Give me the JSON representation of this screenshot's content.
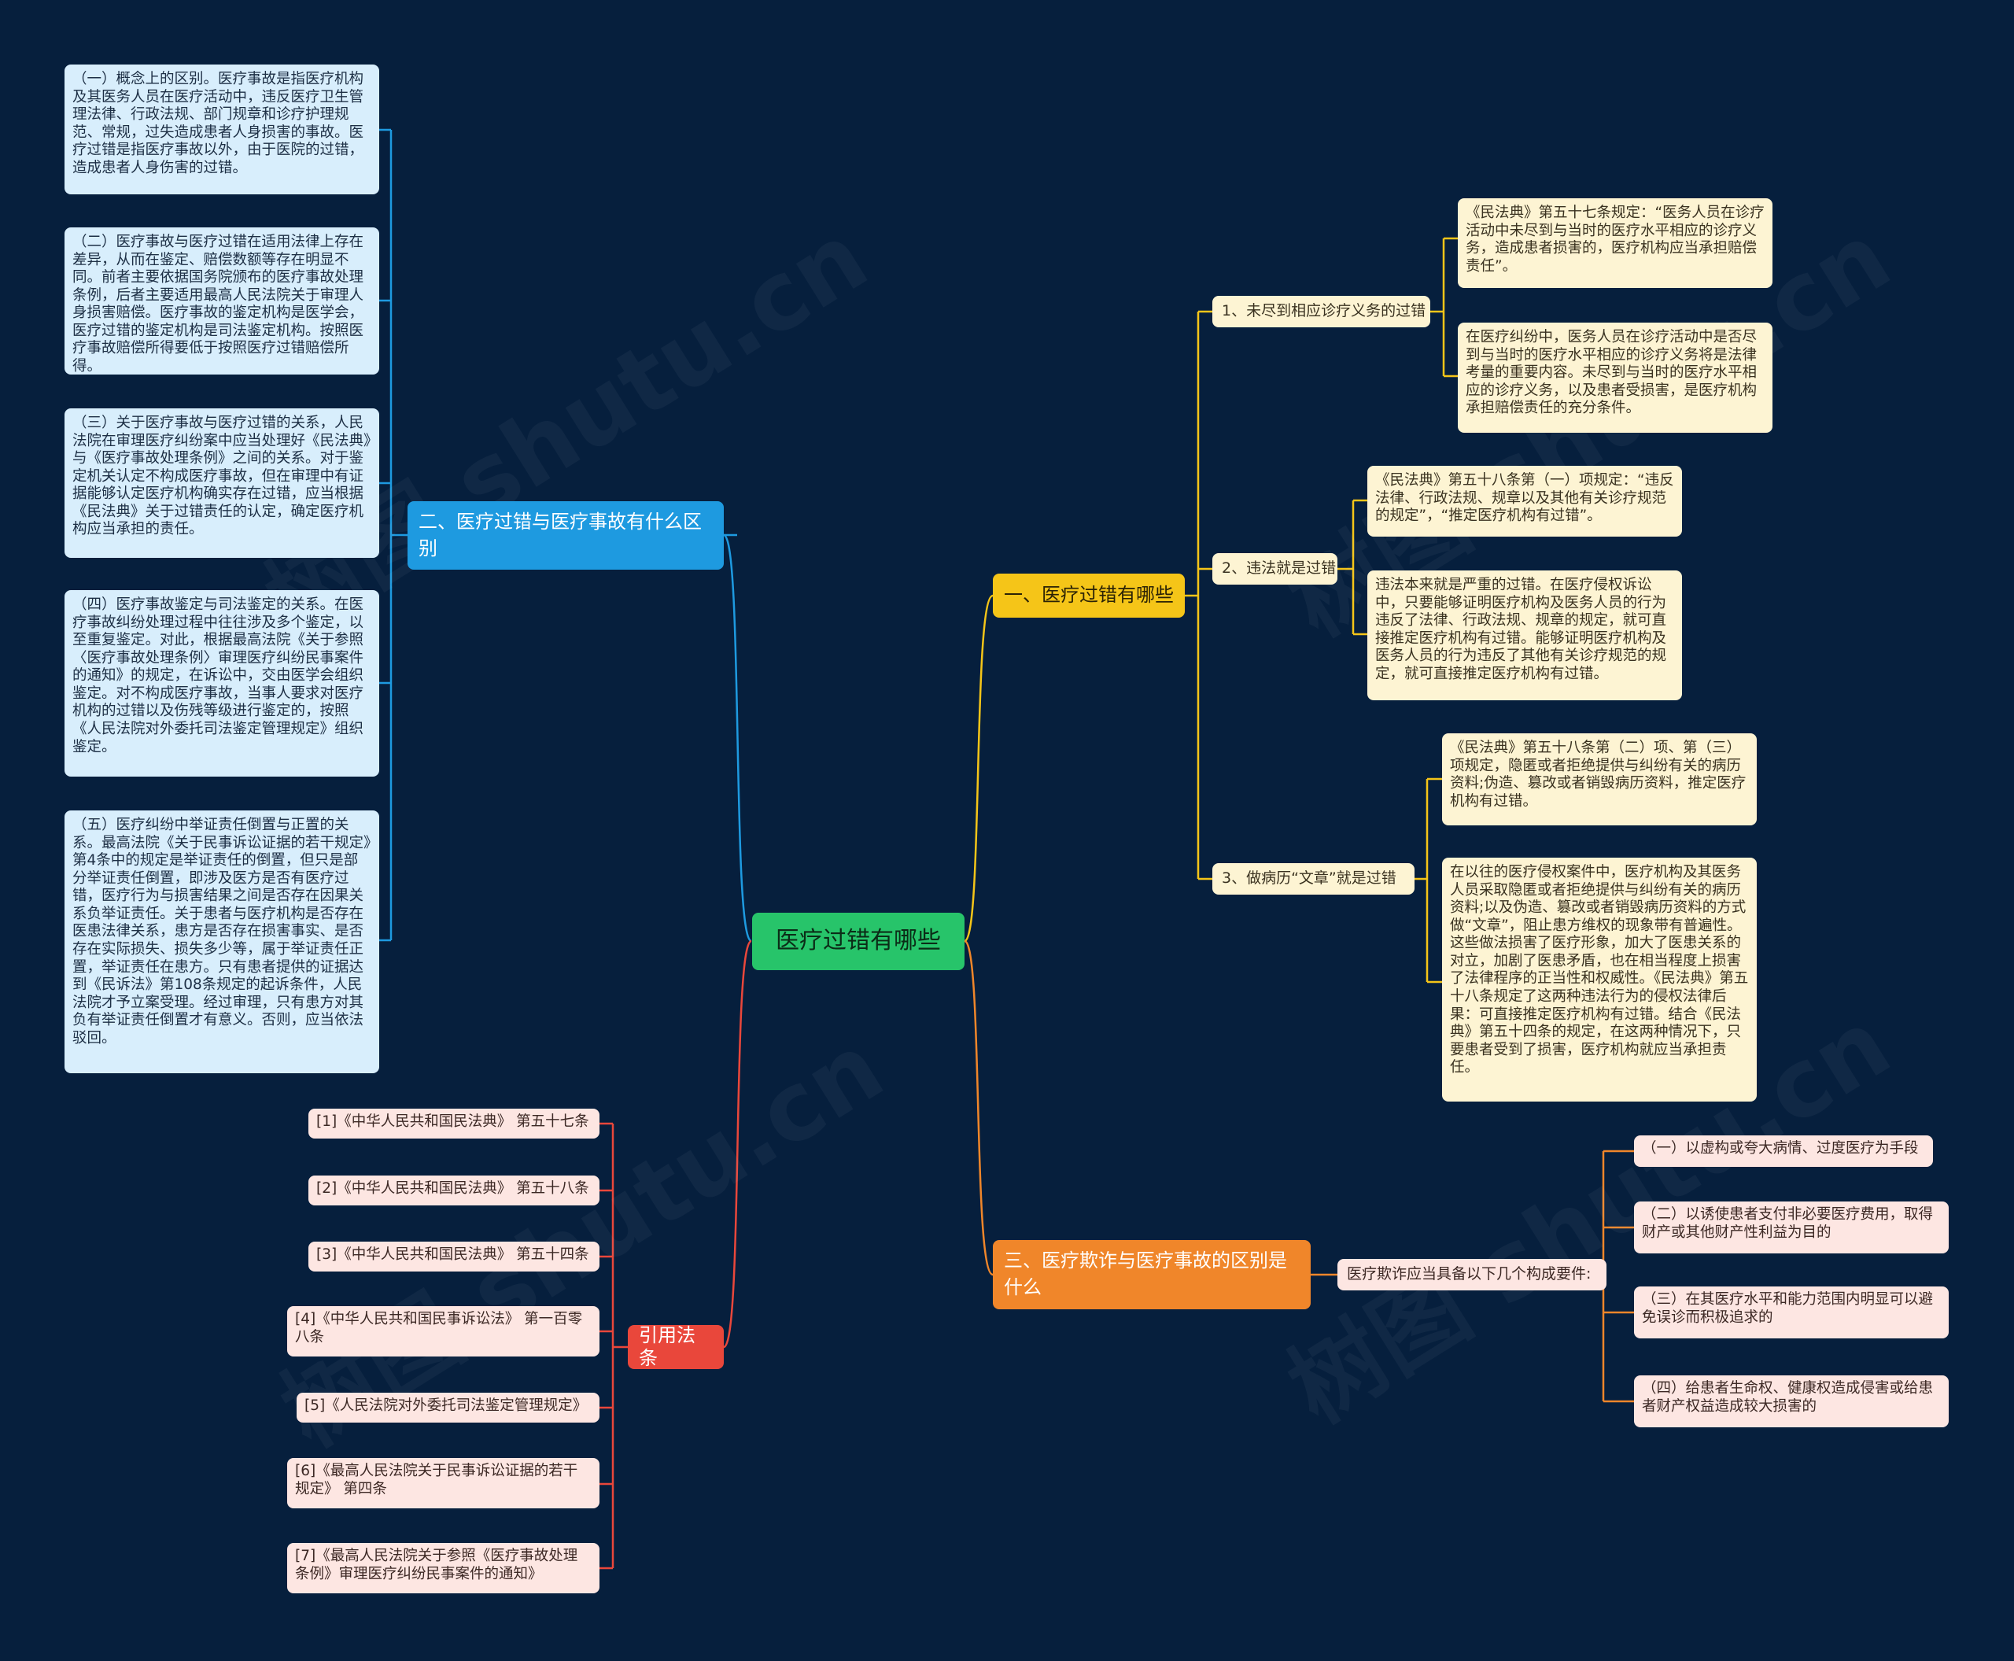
{
  "watermark": "树图 shutu.cn",
  "colors": {
    "background": "#061f3d",
    "root": "#27c46a",
    "branch_blue": "#1e9ae0",
    "branch_yellow": "#f5c518",
    "branch_orange": "#f0862a",
    "branch_red": "#e9473b"
  },
  "root": {
    "label": "医疗过错有哪些"
  },
  "branch_two": {
    "label": "二、医疗过错与医疗事故有什么区别",
    "items": [
      "（一）概念上的区别。医疗事故是指医疗机构及其医务人员在医疗活动中，违反医疗卫生管理法律、行政法规、部门规章和诊疗护理规范、常规，过失造成患者人身损害的事故。医疗过错是指医疗事故以外，由于医院的过错，造成患者人身伤害的过错。",
      "（二）医疗事故与医疗过错在适用法律上存在差异，从而在鉴定、赔偿数额等存在明显不同。前者主要依据国务院颁布的医疗事故处理条例，后者主要适用最高人民法院关于审理人身损害赔偿。医疗事故的鉴定机构是医学会，医疗过错的鉴定机构是司法鉴定机构。按照医疗事故赔偿所得要低于按照医疗过错赔偿所得。",
      "（三）关于医疗事故与医疗过错的关系，人民法院在审理医疗纠纷案中应当处理好《民法典》与《医疗事故处理条例》之间的关系。对于鉴定机关认定不构成医疗事故，但在审理中有证据能够认定医疗机构确实存在过错，应当根据《民法典》关于过错责任的认定，确定医疗机构应当承担的责任。",
      "（四）医疗事故鉴定与司法鉴定的关系。在医疗事故纠纷处理过程中往往涉及多个鉴定，以至重复鉴定。对此，根据最高法院《关于参照〈医疗事故处理条例〉审理医疗纠纷民事案件的通知》的规定，在诉讼中，交由医学会组织鉴定。对不构成医疗事故，当事人要求对医疗机构的过错以及伤残等级进行鉴定的，按照《人民法院对外委托司法鉴定管理规定》组织鉴定。",
      "（五）医疗纠纷中举证责任倒置与正置的关系。最高法院《关于民事诉讼证据的若干规定》第4条中的规定是举证责任的倒置，但只是部分举证责任倒置，即涉及医方是否有医疗过错，医疗行为与损害结果之间是否存在因果关系负举证责任。关于患者与医疗机构是否存在医患法律关系，患方是否存在损害事实、是否存在实际损失、损失多少等，属于举证责任正置，举证责任在患方。只有患者提供的证据达到《民诉法》第108条规定的起诉条件，人民法院才予立案受理。经过审理，只有患方对其负有举证责任倒置才有意义。否则，应当依法驳回。"
    ]
  },
  "citations": {
    "label": "引用法条",
    "items": [
      "[1]《中华人民共和国民法典》 第五十七条",
      "[2]《中华人民共和国民法典》 第五十八条",
      "[3]《中华人民共和国民法典》 第五十四条",
      "[4]《中华人民共和国民事诉讼法》 第一百零八条",
      "[5]《人民法院对外委托司法鉴定管理规定》",
      "[6]《最高人民法院关于民事诉讼证据的若干规定》 第四条",
      "[7]《最高人民法院关于参照《医疗事故处理条例》审理医疗纠纷民事案件的通知》"
    ]
  },
  "branch_one": {
    "label": "一、医疗过错有哪些",
    "subs": [
      {
        "label": "1、未尽到相应诊疗义务的过错",
        "items": [
          "《民法典》第五十七条规定：“医务人员在诊疗活动中未尽到与当时的医疗水平相应的诊疗义务，造成患者损害的，医疗机构应当承担赔偿责任”。",
          "在医疗纠纷中，医务人员在诊疗活动中是否尽到与当时的医疗水平相应的诊疗义务将是法律考量的重要内容。未尽到与当时的医疗水平相应的诊疗义务，以及患者受损害，是医疗机构承担赔偿责任的充分条件。"
        ]
      },
      {
        "label": "2、违法就是过错",
        "items": [
          "《民法典》第五十八条第（一）项规定：“违反法律、行政法规、规章以及其他有关诊疗规范的规定”，“推定医疗机构有过错”。",
          "违法本来就是严重的过错。在医疗侵权诉讼中，只要能够证明医疗机构及医务人员的行为违反了法律、行政法规、规章的规定，就可直接推定医疗机构有过错。能够证明医疗机构及医务人员的行为违反了其他有关诊疗规范的规定，就可直接推定医疗机构有过错。"
        ]
      },
      {
        "label": "3、做病历“文章”就是过错",
        "items": [
          "《民法典》第五十八条第（二）项、第（三）项规定，隐匿或者拒绝提供与纠纷有关的病历资料;伪造、篡改或者销毁病历资料，推定医疗机构有过错。",
          "在以往的医疗侵权案件中，医疗机构及其医务人员采取隐匿或者拒绝提供与纠纷有关的病历资料;以及伪造、篡改或者销毁病历资料的方式做“文章”，阻止患方维权的现象带有普遍性。这些做法损害了医疗形象，加大了医患关系的对立，加剧了医患矛盾，也在相当程度上损害了法律程序的正当性和权威性。《民法典》第五十八条规定了这两种违法行为的侵权法律后果：可直接推定医疗机构有过错。结合《民法典》第五十四条的规定，在这两种情况下，只要患者受到了损害，医疗机构就应当承担责任。"
        ]
      }
    ]
  },
  "branch_three": {
    "label": "三、医疗欺诈与医疗事故的区别是什么",
    "sub": {
      "label": "医疗欺诈应当具备以下几个构成要件:",
      "items": [
        "（一）以虚构或夸大病情、过度医疗为手段",
        "（二）以诱使患者支付非必要医疗费用，取得财产或其他财产性利益为目的",
        "（三）在其医疗水平和能力范围内明显可以避免误诊而积极追求的",
        "（四）给患者生命权、健康权造成侵害或给患者财产权益造成较大损害的"
      ]
    }
  }
}
